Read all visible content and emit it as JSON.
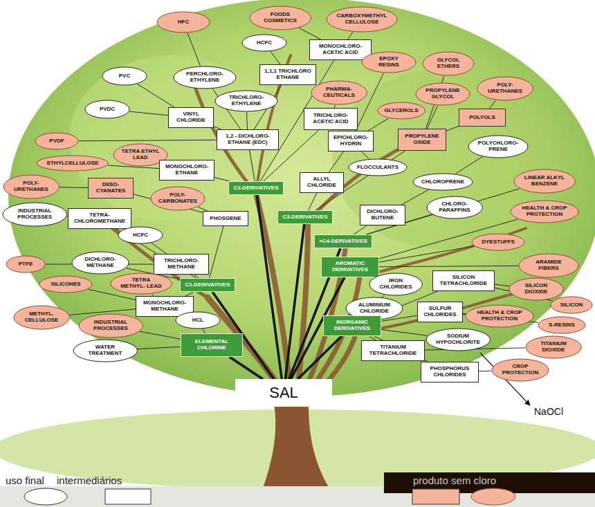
{
  "diagram": {
    "nodes": [
      {
        "text": [
          "HFC"
        ]
      },
      {
        "text": [
          "FOODS COSMETICS"
        ]
      },
      {
        "text": [
          "CARBOXYMETHYL CELLULOSE"
        ]
      },
      {
        "text": [
          "HCFC"
        ]
      },
      {
        "text": [
          "MONOCHLORO- ACETIC ACID"
        ]
      },
      {
        "text": [
          "EPOXY RESINS"
        ]
      },
      {
        "text": [
          "GLYCOL ETHERS"
        ]
      },
      {
        "text": [
          "1,1,1 TRICHLORO ETHANE"
        ]
      },
      {
        "text": [
          "PVC"
        ]
      },
      {
        "text": [
          "PERCHLORO- ETHYLENE"
        ]
      },
      {
        "text": [
          "POLY- URETHANES"
        ]
      },
      {
        "text": [
          "PHARMA- CEUTICALS"
        ]
      },
      {
        "text": [
          "PROPYLENE GLYCOL"
        ]
      },
      {
        "text": [
          "TRICHLORO- ETHYLENE"
        ]
      },
      {
        "text": [
          "GLYCEROLS"
        ]
      },
      {
        "text": [
          "PVDC"
        ]
      },
      {
        "text": [
          "VINYL CHLORIDE"
        ]
      },
      {
        "text": [
          "TRICHLORO- ACETIC ACID"
        ]
      },
      {
        "text": [
          "POLYOLS"
        ]
      },
      {
        "text": [
          "1,2 - DICHLORO- ETHANE (EDC)"
        ]
      },
      {
        "text": [
          "EPICHLORO- HYDRIN"
        ]
      },
      {
        "text": [
          "PROPYLENE OXIDE"
        ]
      },
      {
        "text": [
          "PVDF"
        ]
      },
      {
        "text": [
          "POLYCHLORO- PRENE"
        ]
      },
      {
        "text": [
          "TETRA ETHYL LEAD"
        ]
      },
      {
        "text": [
          "ETHYLCELLULOSE"
        ]
      },
      {
        "text": [
          "FLOCCULANTS"
        ]
      },
      {
        "text": [
          "MONOCHLORO- ETHANE"
        ]
      },
      {
        "text": [
          "ALLYL CHLORIDE"
        ]
      },
      {
        "text": [
          "CHLOROPRENE"
        ]
      },
      {
        "text": [
          "LINEAR ALKYL BENZENE"
        ]
      },
      {
        "text": [
          "POLY- URETHANES"
        ]
      },
      {
        "text": [
          "DIISO- CYANATES"
        ]
      },
      {
        "text": [
          "C2-DERIVATIVES"
        ]
      },
      {
        "text": [
          "POLY- CARBONATES"
        ]
      },
      {
        "text": [
          "CHLORO- PARAFFINS"
        ]
      },
      {
        "text": [
          "HEALTH & CROP PROTECTION"
        ]
      },
      {
        "text": [
          "INDUSTRIAL PROCESSES"
        ]
      },
      {
        "text": [
          "C3-DERIVATIVES"
        ]
      },
      {
        "text": [
          "DICHLORO- BUTENE"
        ]
      },
      {
        "text": [
          "TETRA- CHLOROMETHANE"
        ]
      },
      {
        "text": [
          "PHOSGENE"
        ]
      },
      {
        "text": [
          "HCFC"
        ]
      },
      {
        "text": [
          ">C4-DERIVATIVES"
        ]
      },
      {
        "text": [
          "DYESTUFFS"
        ]
      },
      {
        "text": [
          "PTFE"
        ]
      },
      {
        "text": [
          "DICHLORO- METHANE"
        ]
      },
      {
        "text": [
          "TRICHLORO- METHANE"
        ]
      },
      {
        "text": [
          "AROMATIC DERIVATIVES"
        ]
      },
      {
        "text": [
          "ARAMIDE FIBERS"
        ]
      },
      {
        "text": [
          "SILICONES"
        ]
      },
      {
        "text": [
          "TETRA METHYL- LEAD"
        ]
      },
      {
        "text": [
          "C1-DERIVATIVES"
        ]
      },
      {
        "text": [
          "SILICON TETRACHLORIDE"
        ]
      },
      {
        "text": [
          "IRON CHLORIDES"
        ]
      },
      {
        "text": [
          "SILICON DIOXIDE"
        ]
      },
      {
        "text": [
          "SILICON"
        ]
      },
      {
        "text": [
          "MONOCHLORO- METHANE"
        ]
      },
      {
        "text": [
          "ALUMINIUM CHLORIDE"
        ]
      },
      {
        "text": [
          "SULFUR CHLORIDES"
        ]
      },
      {
        "text": [
          "HEALTH & CROP PROTECTION"
        ]
      },
      {
        "text": [
          "METHYL- CELLULOSE"
        ]
      },
      {
        "text": [
          "S-RESINS"
        ]
      },
      {
        "text": [
          "HCL"
        ]
      },
      {
        "text": [
          "INDUSTRIAL PROCESSES"
        ]
      },
      {
        "text": [
          "INORGANIC DERIVATIVES"
        ]
      },
      {
        "text": [
          "SODIUM HYPOCHLORITE"
        ]
      },
      {
        "text": [
          "TITANIUM DIOXIDE"
        ]
      },
      {
        "text": [
          "WATER TREATMENT"
        ]
      },
      {
        "text": [
          "ELEMENTAL CHLORINE"
        ]
      },
      {
        "text": [
          "TITANIUM TETRACHLORIDE"
        ]
      },
      {
        "text": [
          "PHOSPHORUS CHLORIDES"
        ]
      },
      {
        "text": [
          "CROP PROTECTION"
        ]
      },
      {
        "text": [
          "SAL"
        ]
      }
    ],
    "edges": [
      {
        "from": 73,
        "to": 69,
        "arrow": "none"
      },
      {
        "from": 73,
        "to": 52,
        "arrow": "none"
      },
      {
        "from": 73,
        "to": 33,
        "arrow": "none"
      },
      {
        "from": 73,
        "to": 38,
        "arrow": "none"
      },
      {
        "from": 73,
        "to": 43,
        "arrow": "none"
      },
      {
        "from": 73,
        "to": 48,
        "arrow": "none"
      },
      {
        "from": 73,
        "to": 65,
        "arrow": "none"
      },
      {
        "from": 69,
        "to": 63,
        "arrow": "none"
      },
      {
        "from": 69,
        "to": 68,
        "arrow": "none"
      },
      {
        "from": 69,
        "to": 64,
        "arrow": "none"
      },
      {
        "from": 52,
        "to": 57,
        "arrow": "none"
      },
      {
        "from": 52,
        "to": 47,
        "arrow": "none"
      },
      {
        "from": 52,
        "to": 46,
        "arrow": "none"
      },
      {
        "from": 52,
        "to": 40,
        "arrow": "none"
      },
      {
        "from": 52,
        "to": 41,
        "arrow": "none"
      },
      {
        "from": 57,
        "to": 50,
        "arrow": "none"
      },
      {
        "from": 57,
        "to": 61,
        "arrow": "none"
      },
      {
        "from": 57,
        "to": 51,
        "arrow": "none"
      },
      {
        "from": 47,
        "to": 42,
        "arrow": "none"
      },
      {
        "from": 47,
        "to": 45,
        "arrow": "none"
      },
      {
        "from": 40,
        "to": 37,
        "arrow": "none"
      },
      {
        "from": 41,
        "to": 32,
        "arrow": "none"
      },
      {
        "from": 41,
        "to": 34,
        "arrow": "none"
      },
      {
        "from": 32,
        "to": 31,
        "arrow": "none"
      },
      {
        "from": 33,
        "to": 19,
        "arrow": "none"
      },
      {
        "from": 33,
        "to": 27,
        "arrow": "none"
      },
      {
        "from": 33,
        "to": 17,
        "arrow": "none"
      },
      {
        "from": 33,
        "to": 4,
        "arrow": "none"
      },
      {
        "from": 27,
        "to": 25,
        "arrow": "none"
      },
      {
        "from": 27,
        "to": 24,
        "arrow": "none"
      },
      {
        "from": 19,
        "to": 16,
        "arrow": "none"
      },
      {
        "from": 19,
        "to": 9,
        "arrow": "none"
      },
      {
        "from": 19,
        "to": 13,
        "arrow": "none"
      },
      {
        "from": 19,
        "to": 7,
        "arrow": "none"
      },
      {
        "from": 19,
        "to": 22,
        "arrow": "none"
      },
      {
        "from": 16,
        "to": 8,
        "arrow": "none"
      },
      {
        "from": 16,
        "to": 15,
        "arrow": "none"
      },
      {
        "from": 9,
        "to": 0,
        "arrow": "none"
      },
      {
        "from": 7,
        "to": 3,
        "arrow": "none"
      },
      {
        "from": 4,
        "to": 2,
        "arrow": "none"
      },
      {
        "from": 4,
        "to": 1,
        "arrow": "none"
      },
      {
        "from": 17,
        "to": 11,
        "arrow": "none"
      },
      {
        "from": 38,
        "to": 28,
        "arrow": "none"
      },
      {
        "from": 38,
        "to": 21,
        "arrow": "none"
      },
      {
        "from": 28,
        "to": 20,
        "arrow": "none"
      },
      {
        "from": 20,
        "to": 5,
        "arrow": "none"
      },
      {
        "from": 20,
        "to": 14,
        "arrow": "none"
      },
      {
        "from": 20,
        "to": 26,
        "arrow": "none"
      },
      {
        "from": 21,
        "to": 12,
        "arrow": "none"
      },
      {
        "from": 21,
        "to": 6,
        "arrow": "none"
      },
      {
        "from": 21,
        "to": 18,
        "arrow": "none"
      },
      {
        "from": 18,
        "to": 10,
        "arrow": "none"
      },
      {
        "from": 43,
        "to": 39,
        "arrow": "none"
      },
      {
        "from": 43,
        "to": 35,
        "arrow": "none"
      },
      {
        "from": 43,
        "to": 30,
        "arrow": "none"
      },
      {
        "from": 39,
        "to": 29,
        "arrow": "none"
      },
      {
        "from": 29,
        "to": 23,
        "arrow": "none"
      },
      {
        "from": 48,
        "to": 36,
        "arrow": "none"
      },
      {
        "from": 48,
        "to": 44,
        "arrow": "none"
      },
      {
        "from": 48,
        "to": 49,
        "arrow": "none"
      },
      {
        "from": 65,
        "to": 54,
        "arrow": "none"
      },
      {
        "from": 65,
        "to": 58,
        "arrow": "none"
      },
      {
        "from": 65,
        "to": 53,
        "arrow": "none"
      },
      {
        "from": 65,
        "to": 59,
        "arrow": "none"
      },
      {
        "from": 65,
        "to": 66,
        "arrow": "none"
      },
      {
        "from": 65,
        "to": 70,
        "arrow": "none"
      },
      {
        "from": 65,
        "to": 71,
        "arrow": "none"
      },
      {
        "from": 53,
        "to": 55,
        "arrow": "none"
      },
      {
        "from": 53,
        "to": 56,
        "arrow": "none"
      },
      {
        "from": 59,
        "to": 60,
        "arrow": "none"
      },
      {
        "from": 59,
        "to": 62,
        "arrow": "none"
      },
      {
        "from": 70,
        "to": 67,
        "arrow": "none"
      },
      {
        "from": 71,
        "to": 72,
        "arrow": "none"
      }
    ],
    "labels": [
      "NaOCl"
    ],
    "legend": [
      {
        "text": "uso final"
      },
      {
        "text": "intermediários"
      },
      {
        "text": "produto sem cloro"
      }
    ]
  }
}
